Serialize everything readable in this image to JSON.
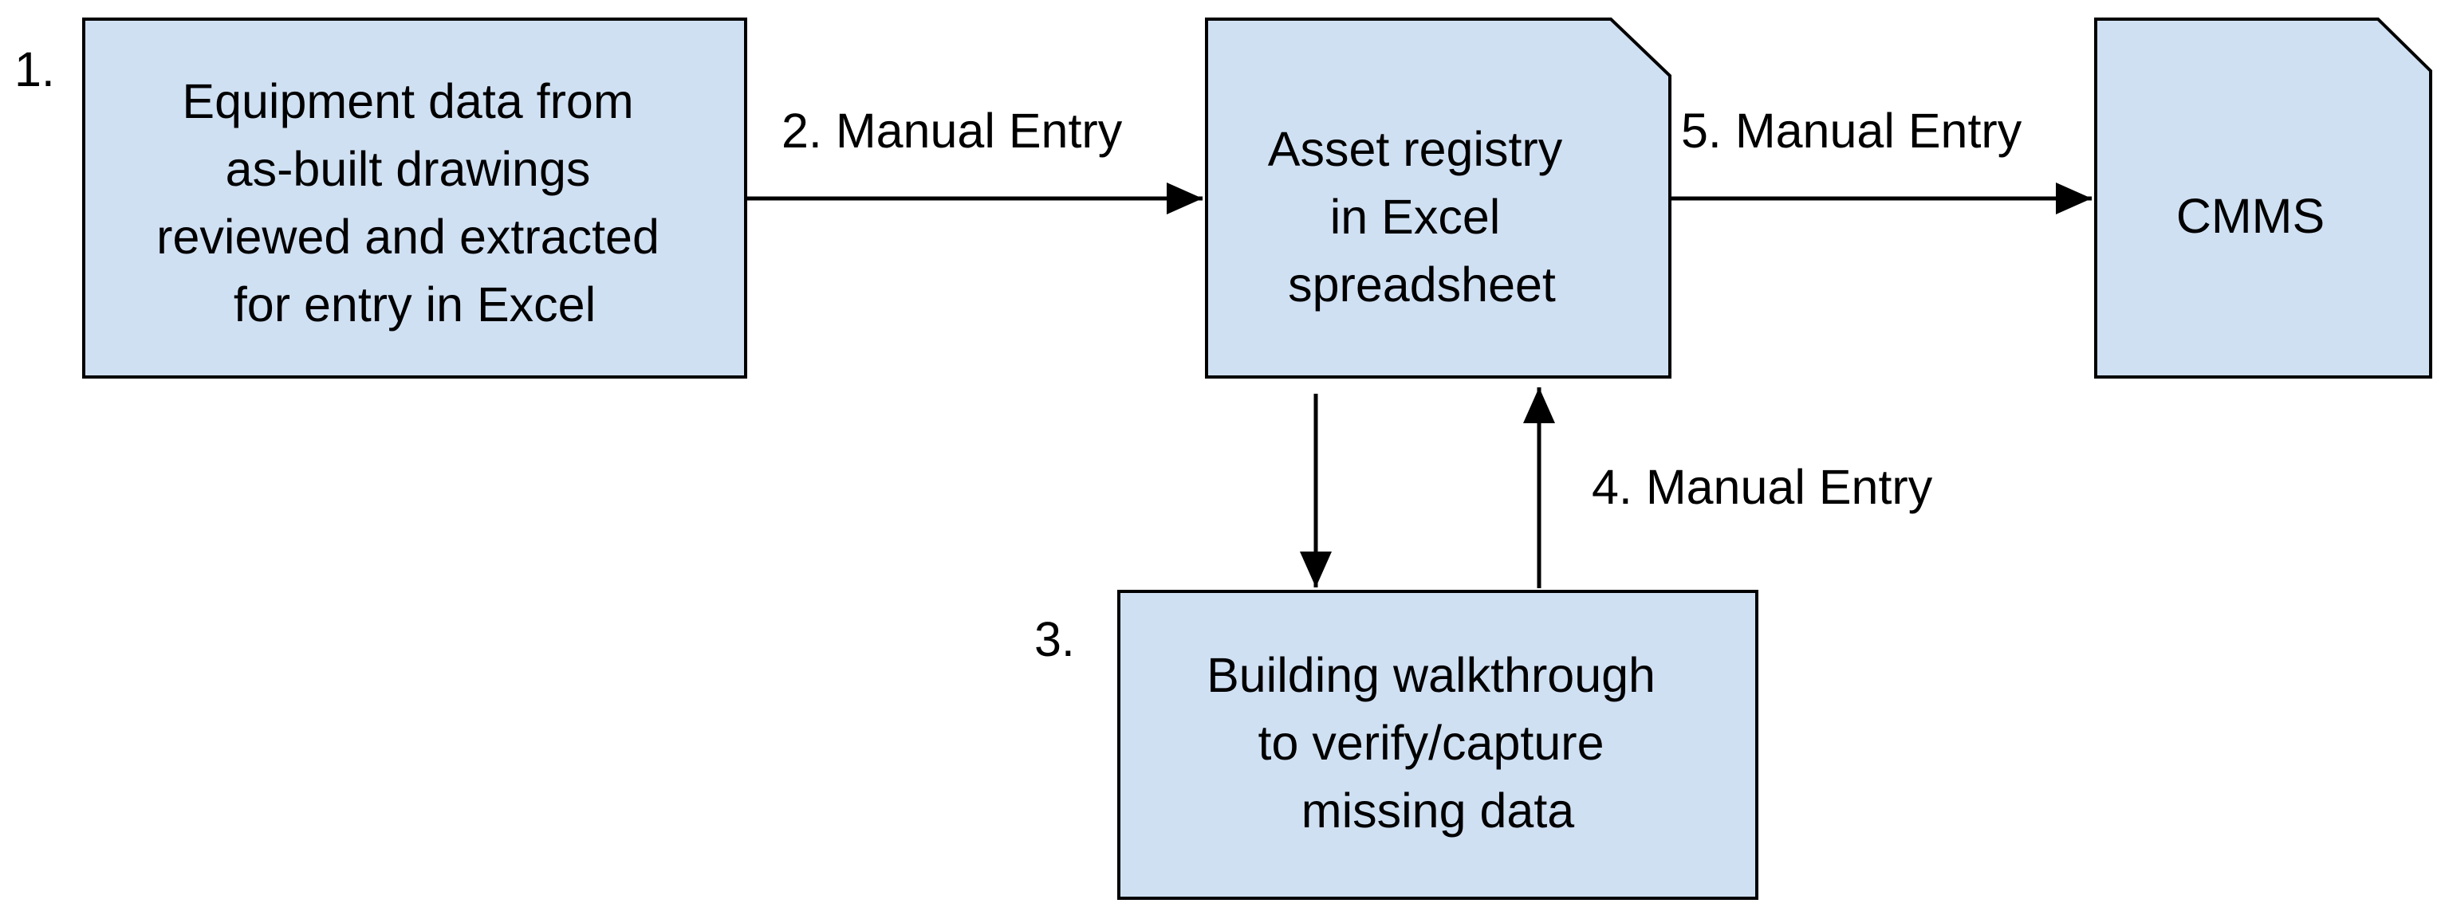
{
  "colors": {
    "box_fill": "#d0e0f3",
    "box_stroke": "#000000",
    "arrow": "#000000",
    "background": "#ffffff"
  },
  "nodes": {
    "equipment": {
      "number": "1.",
      "lines": [
        "Equipment data from",
        "as-built drawings",
        "reviewed and extracted",
        "for entry in Excel"
      ]
    },
    "registry": {
      "lines": [
        "Asset registry",
        "in Excel",
        "spreadsheet"
      ]
    },
    "cmms": {
      "lines": [
        "CMMS"
      ]
    },
    "walkthrough": {
      "number": "3.",
      "lines": [
        "Building walkthrough",
        "to verify/capture",
        "missing data"
      ]
    }
  },
  "edges": {
    "equipment_to_registry": "2. Manual Entry",
    "walkthrough_to_registry": "4. Manual Entry",
    "registry_to_cmms": "5. Manual Entry"
  }
}
